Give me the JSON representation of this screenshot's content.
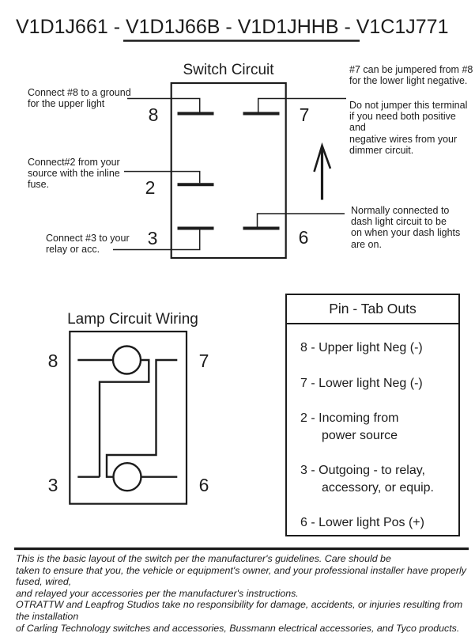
{
  "title": "V1D1J661 - V1D1J66B - V1D1JHHB - V1C1J771",
  "switch_circuit": {
    "heading": "Switch Circuit",
    "pins": {
      "p8": "8",
      "p7": "7",
      "p2": "2",
      "p3": "3",
      "p6": "6"
    },
    "notes": {
      "note_8": "Connect #8 to a ground\nfor the upper light",
      "note_2": "Connect#2 from your\nsource with the inline\nfuse.",
      "note_3": "Connect #3 to your\nrelay or acc.",
      "note_7_jumper": "#7 can be jumpered from #8\nfor the lower light negative.",
      "note_7_warning": "Do not jumper this terminal\nif you need both positive and\nnegative wires from your\ndimmer circuit.",
      "note_6": "Normally connected to\ndash light circuit to be\non when your dash lights\nare on."
    }
  },
  "lamp_circuit": {
    "heading": "Lamp Circuit Wiring",
    "pins": {
      "p8": "8",
      "p7": "7",
      "p3": "3",
      "p6": "6"
    }
  },
  "pin_tab_outs": {
    "heading": "Pin - Tab Outs",
    "items": [
      "8 - Upper light Neg (-)",
      "7 - Lower light Neg (-)",
      "2 - Incoming from\npower source",
      "3 - Outgoing - to relay,\naccessory, or equip.",
      "6 - Lower light Pos (+)"
    ]
  },
  "disclaimer": "This is the basic layout of the switch per the manufacturer's guidelines.  Care should be\ntaken to ensure that you, the vehicle or equipment's owner, and your professional installer have properly fused, wired,\nand relayed your accessories per the manufacturer's instructions.\nOTRATTW and Leapfrog Studios take no responsibility for damage, accidents, or injuries resulting from the installation\nof Carling Technology switches and accessories, Bussmann electrical accessories, and Tyco products.",
  "colors": {
    "ink": "#1c1c1c",
    "paper": "#ffffff"
  }
}
